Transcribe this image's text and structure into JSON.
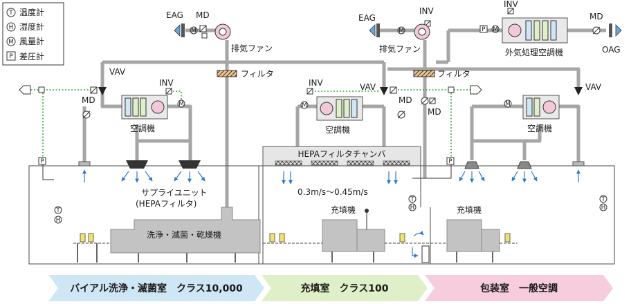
{
  "legend": [
    {
      "symbol": "T",
      "label": "温度計"
    },
    {
      "symbol": "H",
      "label": "湿度計"
    },
    {
      "symbol": "M",
      "label": "風量計"
    },
    {
      "symbol": "P",
      "label": "差圧計"
    }
  ],
  "labels": {
    "eag": "EAG",
    "md": "MD",
    "inv": "INV",
    "vav": "VAV",
    "oag": "OAG",
    "exhaust_fan": "排気ファン",
    "filter": "フィルタ",
    "ahu": "空調機",
    "oa_ahu": "外気処理空調機",
    "hepa_chamber": "HEPAフィルタチャンバ",
    "supply_unit_line1": "サプライユニット",
    "supply_unit_line2": "(HEPAフィルタ)",
    "airflow": "0.3m/s～0.45m/s",
    "washer": "洗浄・滅菌・乾燥機",
    "filler": "充填機"
  },
  "rooms": [
    {
      "name": "バイアル洗浄・滅菌室　クラス10,000",
      "color": "#cfe6f5"
    },
    {
      "name": "充填室　クラス100",
      "color": "#dff0c9"
    },
    {
      "name": "包装室　一般空調",
      "color": "#f7cddd"
    }
  ],
  "colors": {
    "duct": "#a6a6a6",
    "sensor_line": "#33a633",
    "airflow_arrow": "#2f7ac6"
  }
}
